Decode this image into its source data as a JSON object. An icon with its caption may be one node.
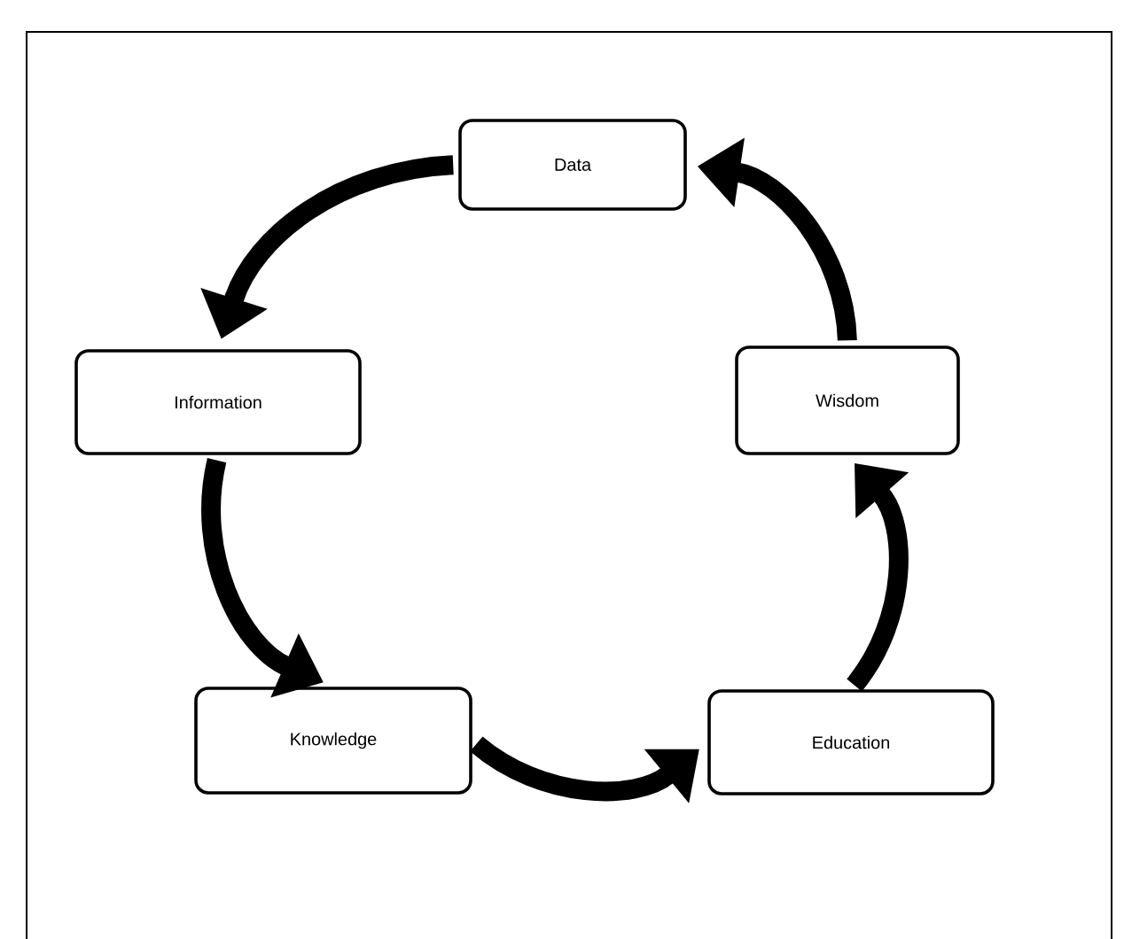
{
  "diagram": {
    "nodes": [
      {
        "text": [
          "Data"
        ]
      },
      {
        "text": [
          "Information"
        ]
      },
      {
        "text": [
          "Wisdom"
        ]
      },
      {
        "text": [
          "Knowledge"
        ]
      },
      {
        "text": [
          "Education"
        ]
      }
    ],
    "edges": [
      {
        "from": 0,
        "to": 1,
        "arrow": "to"
      },
      {
        "from": 1,
        "to": 3,
        "arrow": "to"
      },
      {
        "from": 3,
        "to": 4,
        "arrow": "to"
      },
      {
        "from": 4,
        "to": 2,
        "arrow": "to"
      },
      {
        "from": 2,
        "to": 0,
        "arrow": "to"
      }
    ]
  }
}
